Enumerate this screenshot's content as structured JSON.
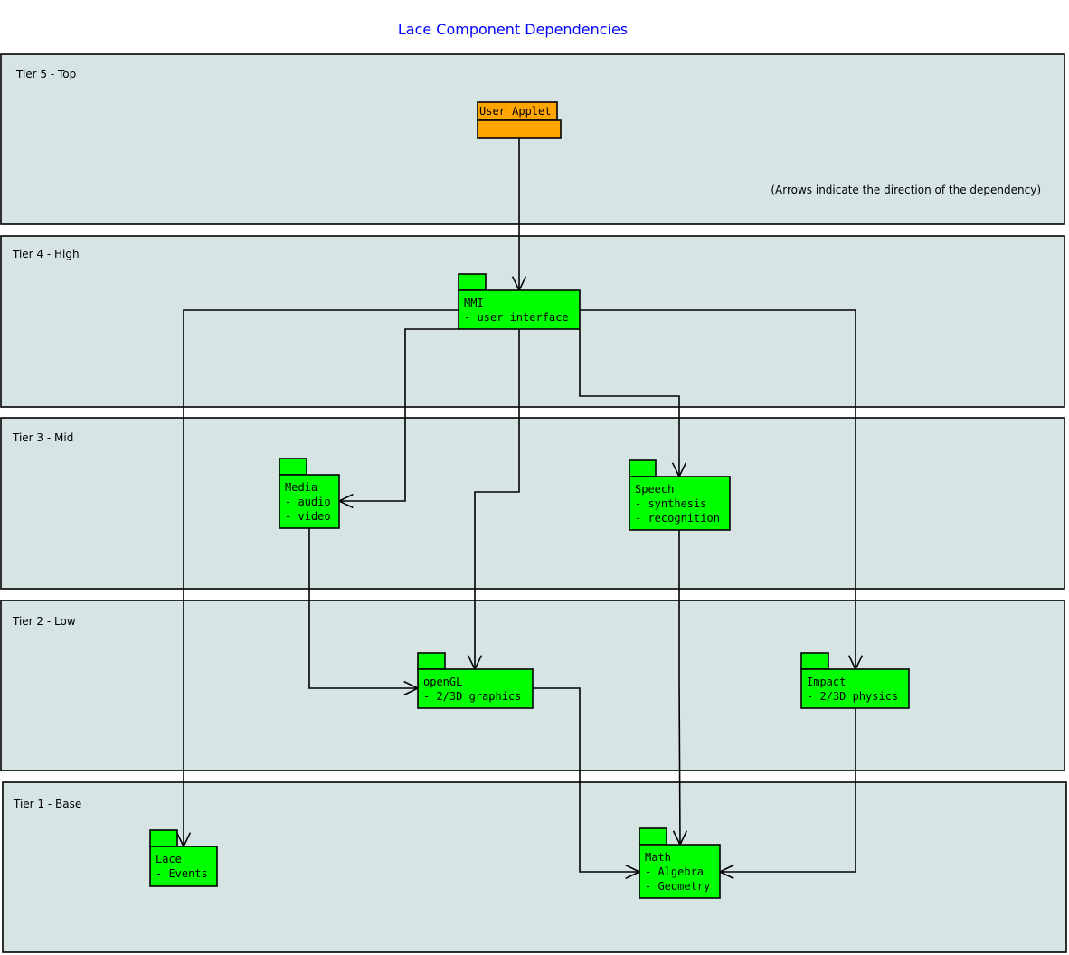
{
  "title": "Lace Component Dependencies",
  "note": "(Arrows indicate the direction of the dependency)",
  "colors": {
    "tier_fill": "#d7e4e4",
    "package": "#00ff00",
    "applet": "#ffa500",
    "title": "#0000ff"
  },
  "tiers": [
    {
      "id": "t5",
      "label": "Tier 5 - Top"
    },
    {
      "id": "t4",
      "label": "Tier 4 - High"
    },
    {
      "id": "t3",
      "label": "Tier 3 - Mid"
    },
    {
      "id": "t2",
      "label": "Tier 2 - Low"
    },
    {
      "id": "t1",
      "label": "Tier 1 - Base"
    }
  ],
  "packages": [
    {
      "id": "applet",
      "lines": [
        "User Applet"
      ]
    },
    {
      "id": "mmi",
      "lines": [
        "MMI",
        "- user interface"
      ]
    },
    {
      "id": "media",
      "lines": [
        "Media",
        "- audio",
        "- video"
      ]
    },
    {
      "id": "speech",
      "lines": [
        "Speech",
        "- synthesis",
        "- recognition"
      ]
    },
    {
      "id": "opengl",
      "lines": [
        "openGL",
        "- 2/3D graphics"
      ]
    },
    {
      "id": "impact",
      "lines": [
        "Impact",
        "- 2/3D physics"
      ]
    },
    {
      "id": "lace",
      "lines": [
        "Lace",
        "- Events"
      ]
    },
    {
      "id": "math",
      "lines": [
        "Math",
        "- Algebra",
        "- Geometry"
      ]
    }
  ],
  "dependencies": [
    {
      "from": "applet",
      "to": "mmi"
    },
    {
      "from": "mmi",
      "to": "lace"
    },
    {
      "from": "mmi",
      "to": "media"
    },
    {
      "from": "mmi",
      "to": "opengl"
    },
    {
      "from": "mmi",
      "to": "speech"
    },
    {
      "from": "mmi",
      "to": "impact"
    },
    {
      "from": "media",
      "to": "opengl"
    },
    {
      "from": "speech",
      "to": "math"
    },
    {
      "from": "opengl",
      "to": "math"
    },
    {
      "from": "impact",
      "to": "math"
    }
  ]
}
